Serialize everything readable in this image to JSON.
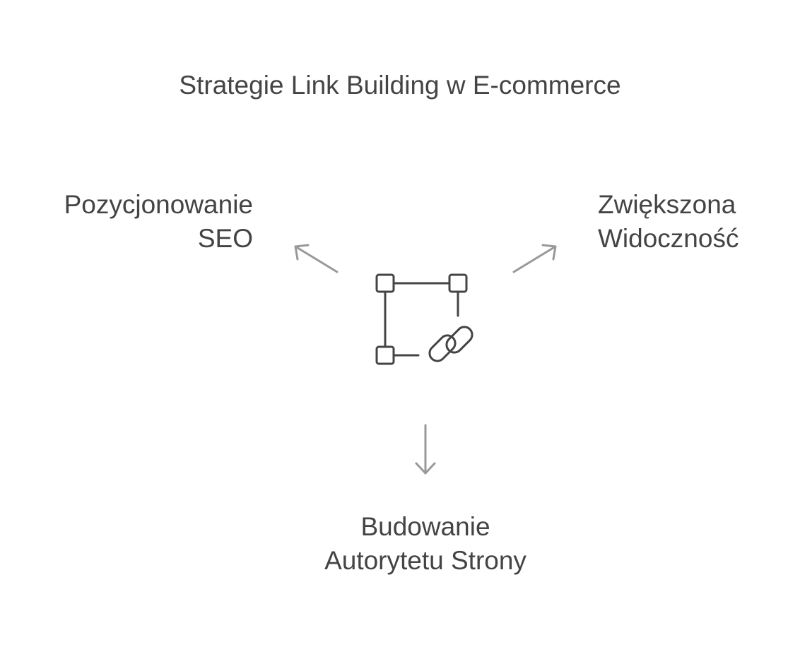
{
  "title": "Strategie Link Building w E-commerce",
  "center": {
    "icon": "link-network-icon"
  },
  "branches": {
    "left": {
      "lines": [
        "Pozycjonowanie",
        "SEO"
      ]
    },
    "right": {
      "lines": [
        "Zwiększona",
        "Widoczność"
      ]
    },
    "bottom": {
      "lines": [
        "Budowanie",
        "Autorytetu Strony"
      ]
    }
  },
  "colors": {
    "text": "#444444",
    "arrow": "#999999",
    "icon": "#444444"
  }
}
